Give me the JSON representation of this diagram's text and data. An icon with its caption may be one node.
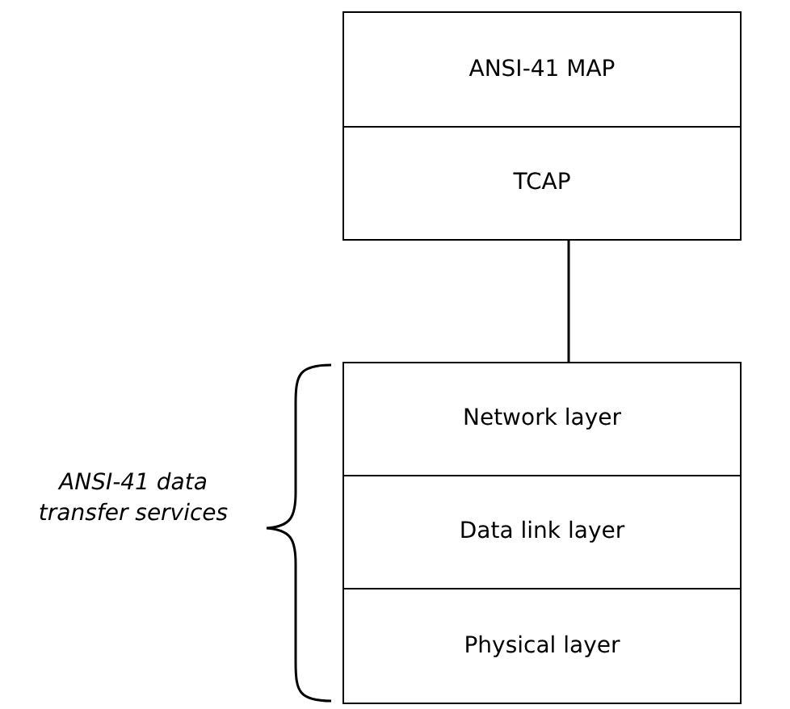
{
  "diagram": {
    "nodes": [
      {
        "text": [
          "ANSI-41 MAP"
        ]
      },
      {
        "text": [
          "TCAP"
        ]
      },
      {
        "text": [
          "Network layer"
        ]
      },
      {
        "text": [
          "Data link layer"
        ]
      },
      {
        "text": [
          "Physical layer"
        ]
      }
    ],
    "edges": [
      {
        "from": 1,
        "to": 2,
        "arrow": "none"
      }
    ],
    "labels": [
      "ANSI-41 data transfer services"
    ]
  }
}
